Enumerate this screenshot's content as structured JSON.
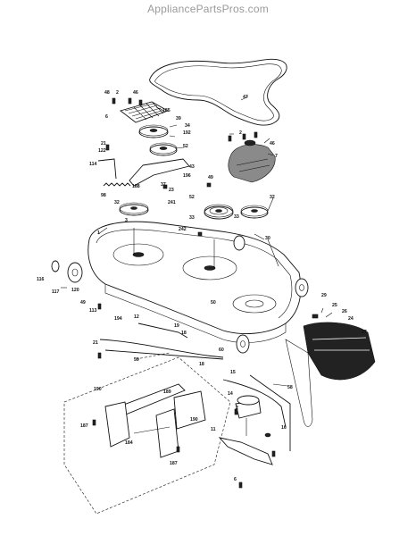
{
  "watermark": "AppliancePartsPros.com",
  "part_numbers": [
    "2",
    "48",
    "46",
    "185",
    "6",
    "34",
    "192",
    "39",
    "21",
    "196",
    "52",
    "122",
    "114",
    "43",
    "37",
    "23",
    "98",
    "188",
    "47",
    "46",
    "2",
    "7",
    "49",
    "52",
    "241",
    "33",
    "32",
    "3",
    "242",
    "32",
    "33",
    "1",
    "30",
    "116",
    "117",
    "120",
    "49",
    "50",
    "113",
    "194",
    "12",
    "19",
    "18",
    "29",
    "25",
    "26",
    "24",
    "27",
    "21",
    "60",
    "59",
    "18",
    "15",
    "190",
    "189",
    "58",
    "14",
    "187",
    "184",
    "190",
    "187",
    "11",
    "16",
    "2",
    "6"
  ]
}
